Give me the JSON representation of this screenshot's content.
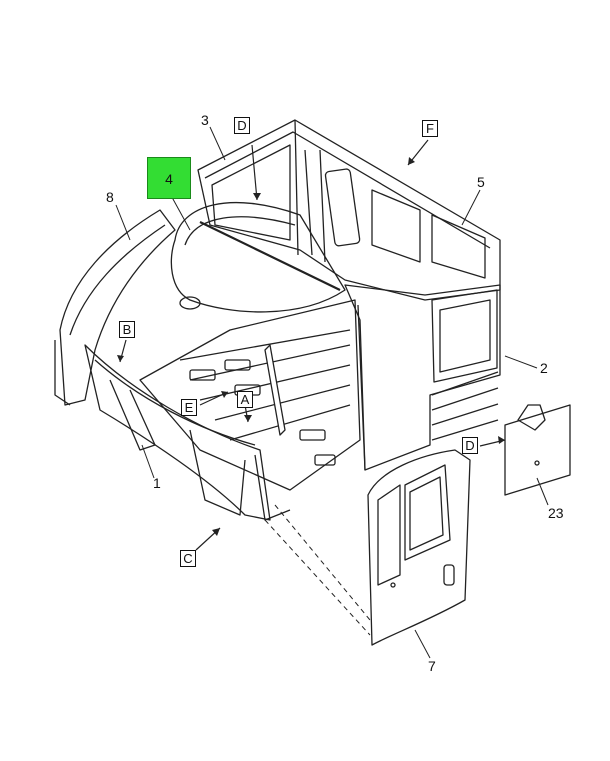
{
  "callouts": {
    "c1": "1",
    "c2": "2",
    "c3": "3",
    "c4": "4",
    "c5": "5",
    "c7": "7",
    "c8": "8",
    "c23": "23"
  },
  "view_labels": {
    "a": "A",
    "b": "B",
    "c": "C",
    "d1": "D",
    "d2": "D",
    "e": "E",
    "f": "F"
  },
  "colors": {
    "highlight": "#33dd33",
    "line": "#222222"
  }
}
